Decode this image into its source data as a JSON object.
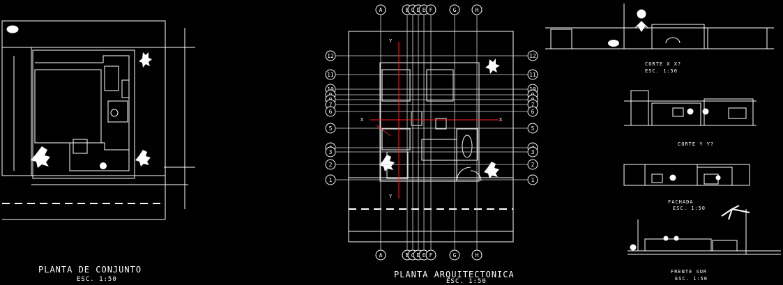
{
  "colors": {
    "background": "#000000",
    "linework": "#ffffff",
    "grid": "#d8d8d8",
    "section_line": "#ff2020"
  },
  "plans": {
    "site": {
      "title": "PLANTA   DE CONJUNTO",
      "scale": "ESC. 1:50"
    },
    "architectural": {
      "title": "PLANTA   ARQUITECTONICA",
      "scale": "ESC. 1:50"
    }
  },
  "elevations": [
    {
      "title": "CORTE  X  X?",
      "scale": "ESC. 1:50"
    },
    {
      "title": "CORTE  Y  Y?",
      "scale": ""
    },
    {
      "title": "FACHADA",
      "scale": "ESC. 1:50"
    },
    {
      "title": "FRENTE SUR",
      "scale": "ESC. 1:50"
    }
  ],
  "grid": {
    "column_labels": [
      "A",
      "B",
      "C",
      "D",
      "E",
      "F",
      "G",
      "H"
    ],
    "row_labels": [
      "12",
      "11",
      "10",
      "9",
      "8",
      "7",
      "6",
      "5",
      "4",
      "3",
      "2",
      "1"
    ]
  },
  "section_markers": {
    "x_left": "X",
    "x_right": "X",
    "y_top": "Y",
    "y_bottom": "Y"
  }
}
